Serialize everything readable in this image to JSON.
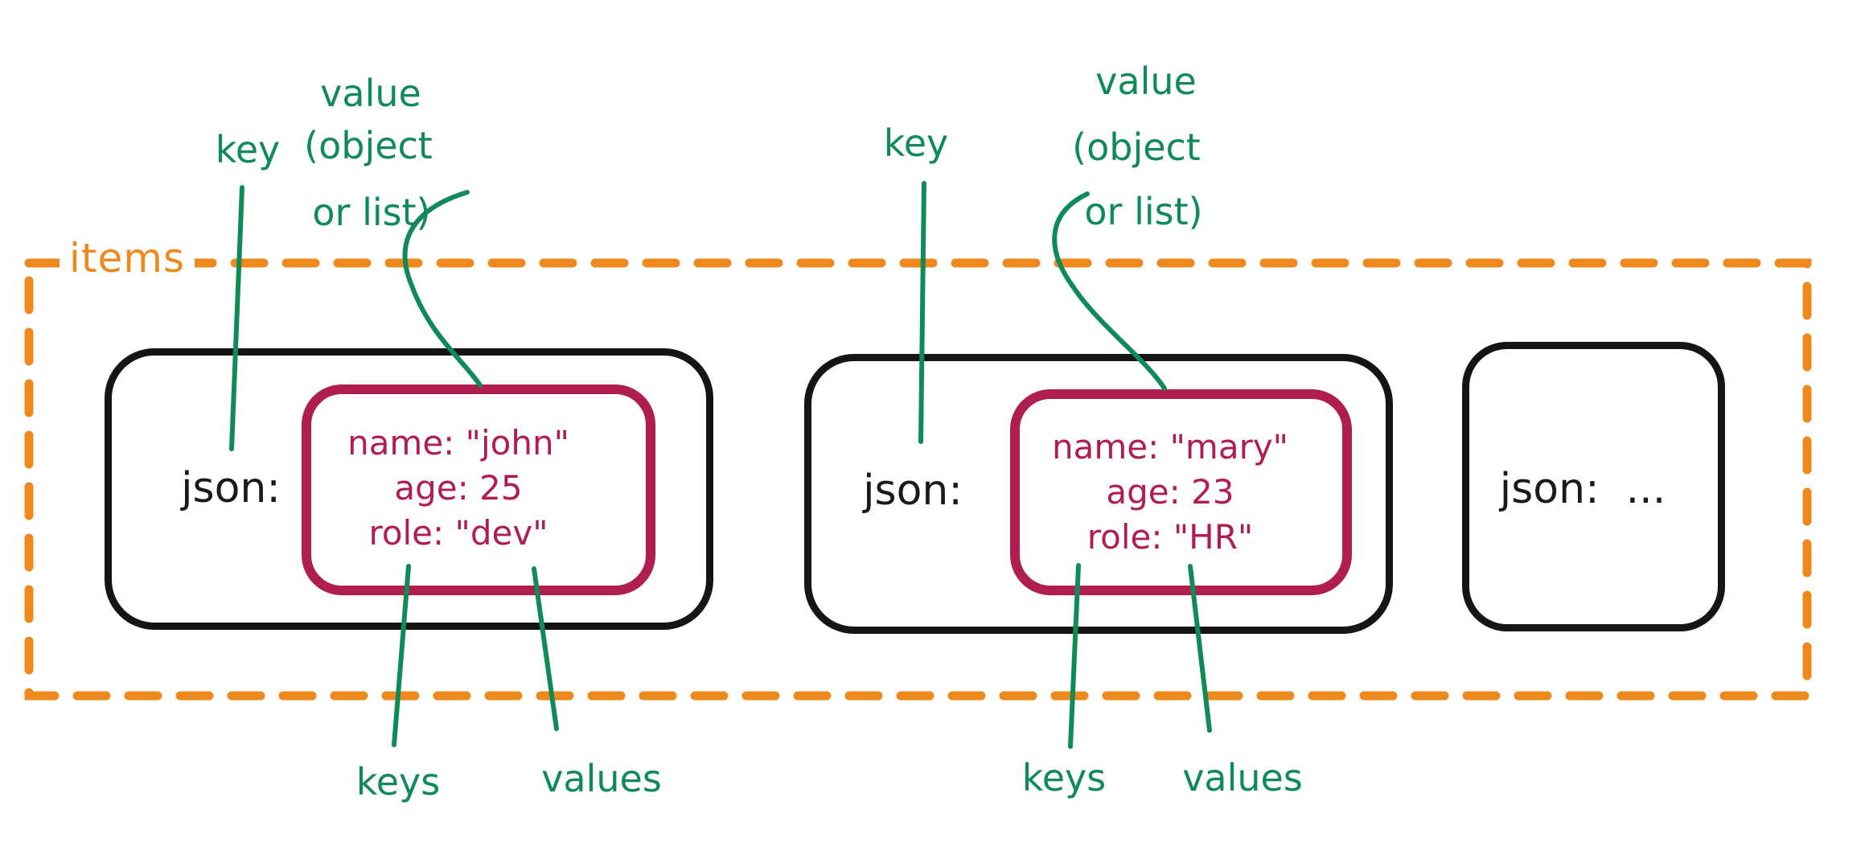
{
  "diagram": {
    "title_none": "",
    "collection": {
      "label": "items"
    },
    "annotations": {
      "key_left": "key",
      "key_right": "key",
      "value_left_lines": [
        "value",
        "(object",
        "or list)"
      ],
      "value_right_lines": [
        "value",
        "(object",
        "or list)"
      ],
      "keys_left": "keys",
      "values_left": "values",
      "keys_right": "keys",
      "values_right": "values"
    },
    "objects": [
      {
        "key_label": "json:",
        "fields": [
          "name: \"john\"",
          "age: 25",
          "role: \"dev\""
        ]
      },
      {
        "key_label": "json:",
        "fields": [
          "name: \"mary\"",
          "age: 23",
          "role: \"HR\""
        ]
      },
      {
        "key_label": "json:  ..."
      }
    ],
    "colors": {
      "annotation_green": "#0f8a58",
      "collection_orange": "#ee8a1d",
      "value_crimson": "#b01e4e",
      "object_black": "#151515"
    }
  }
}
